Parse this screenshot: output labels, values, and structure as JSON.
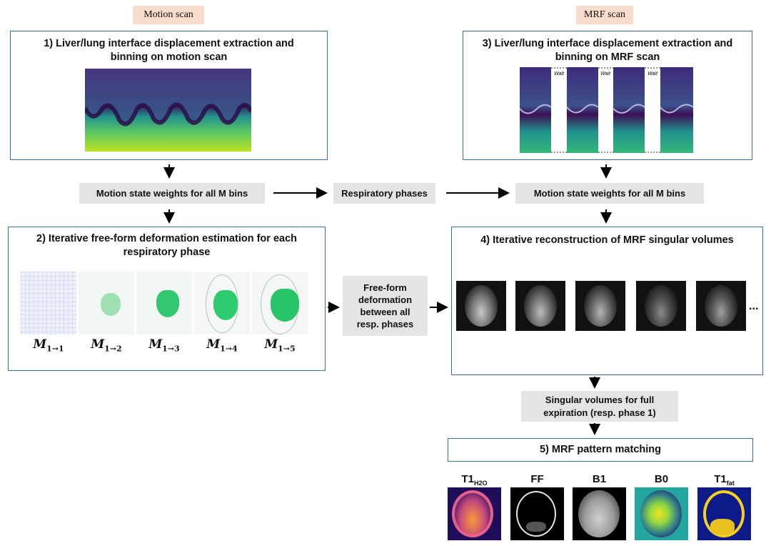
{
  "scans": {
    "motion": "Motion scan",
    "mrf": "MRF scan"
  },
  "steps": {
    "step1_line1": "1) Liver/lung interface displacement extraction and",
    "step1_line2": "binning on motion scan",
    "step2_line1": "2) Iterative free-form deformation estimation for each",
    "step2_line2": "respiratory phase",
    "step3_line1": "3) Liver/lung interface displacement extraction and",
    "step3_line2": "binning on MRF scan",
    "step4": "4) Iterative reconstruction of MRF singular volumes",
    "step5": "5) MRF pattern matching"
  },
  "boxes": {
    "motion_weights_left": "Motion state weights for all M bins",
    "motion_weights_right": "Motion state weights for all M bins",
    "respiratory_phases": "Respiratory phases",
    "ffd_line1": "Free-form",
    "ffd_line2": "deformation",
    "ffd_line3": "between all",
    "ffd_line4": "resp. phases",
    "singular_line1": "Singular volumes for full",
    "singular_line2": "expiration (resp. phase 1)"
  },
  "wait_labels": [
    "Wait",
    "Wait",
    "Wait"
  ],
  "deformations": [
    {
      "base": "M",
      "sub": "1→1"
    },
    {
      "base": "M",
      "sub": "1→2"
    },
    {
      "base": "M",
      "sub": "1→3"
    },
    {
      "base": "M",
      "sub": "1→4"
    },
    {
      "base": "M",
      "sub": "1→5"
    }
  ],
  "ellipsis": "...",
  "maps": [
    {
      "base": "T1",
      "sub": "H2O"
    },
    {
      "base": "FF",
      "sub": ""
    },
    {
      "base": "B1",
      "sub": ""
    },
    {
      "base": "B0",
      "sub": ""
    },
    {
      "base": "T1",
      "sub": "fat"
    }
  ],
  "colors": {
    "box_border": "#3a6da8",
    "scan_tag_bg": "#f8dccb",
    "gray_box_bg": "#e4e4e4",
    "viridis_dark": "#3b0f55",
    "viridis_mid": "#21918c",
    "viridis_bright": "#bde224",
    "deformation_green": "#2ecc71"
  }
}
